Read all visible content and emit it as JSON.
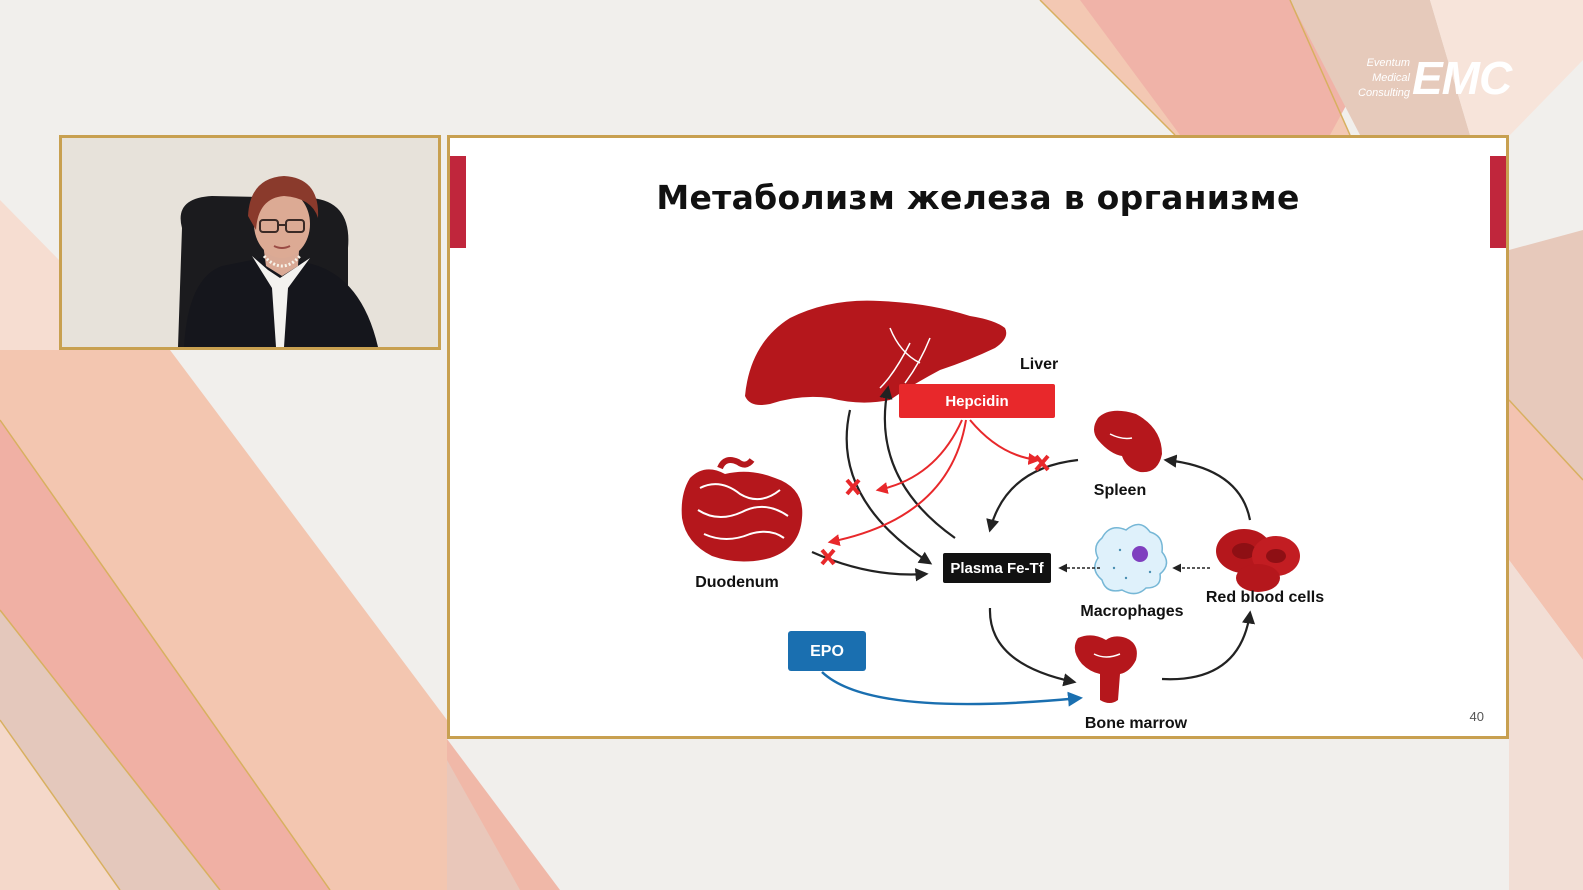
{
  "brand": {
    "line1": "Eventum",
    "line2": "Medical",
    "line3": "Consulting",
    "mark": "EMC",
    "color": "#ffffff"
  },
  "slide": {
    "title": "Метаболизм железа в организме",
    "page_number": "40",
    "accent_color": "#c0263c",
    "frame_color": "#c8a050",
    "diagram": {
      "liver_label": "Liver",
      "hepcidin_label": "Hepcidin",
      "spleen_label": "Spleen",
      "duodenum_label": "Duodenum",
      "plasma_label": "Plasma Fe-Tf",
      "macrophages_label": "Macrophages",
      "rbc_label": "Red blood cells",
      "epo_label": "EPO",
      "bone_marrow_label": "Bone marrow",
      "organ_color": "#b5171c",
      "hepcidin_color": "#e8282b",
      "epo_color": "#1a6fb0"
    }
  },
  "icons": {
    "liver": "liver-icon",
    "spleen": "spleen-icon",
    "duodenum": "intestine-icon",
    "macrophage": "macrophage-icon",
    "rbc": "red-blood-cells-icon",
    "bone": "bone-marrow-icon",
    "inhibit": "inhibit-x-icon"
  }
}
